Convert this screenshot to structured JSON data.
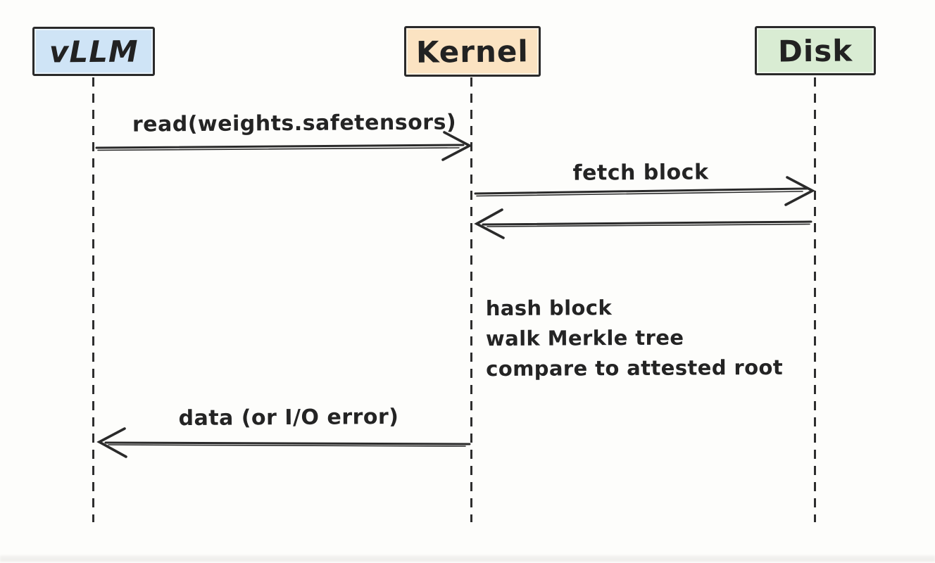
{
  "diagram": {
    "type": "sequence-diagram",
    "actors": [
      {
        "id": "vllm",
        "label": "vLLM",
        "fill": "#cfe4f6"
      },
      {
        "id": "kernel",
        "label": "Kernel",
        "fill": "#fbe3c2"
      },
      {
        "id": "disk",
        "label": "Disk",
        "fill": "#d9ecd3"
      }
    ],
    "messages": [
      {
        "from": "vLLM",
        "to": "Kernel",
        "label": "read(weights.safetensors)"
      },
      {
        "from": "Kernel",
        "to": "Disk",
        "label": "fetch block"
      },
      {
        "from": "Disk",
        "to": "Kernel",
        "label": ""
      },
      {
        "from": "Kernel",
        "to": "vLLM",
        "label": "data (or I/O error)"
      }
    ],
    "note": {
      "owner": "Kernel",
      "lines": [
        "hash block",
        "walk Merkle tree",
        "compare to attested root"
      ]
    },
    "colors": {
      "background": "#fdfdfb",
      "ink": "#2a2a2a",
      "vllm_fill": "#cfe4f6",
      "kernel_fill": "#fbe3c2",
      "disk_fill": "#d9ecd3"
    }
  }
}
